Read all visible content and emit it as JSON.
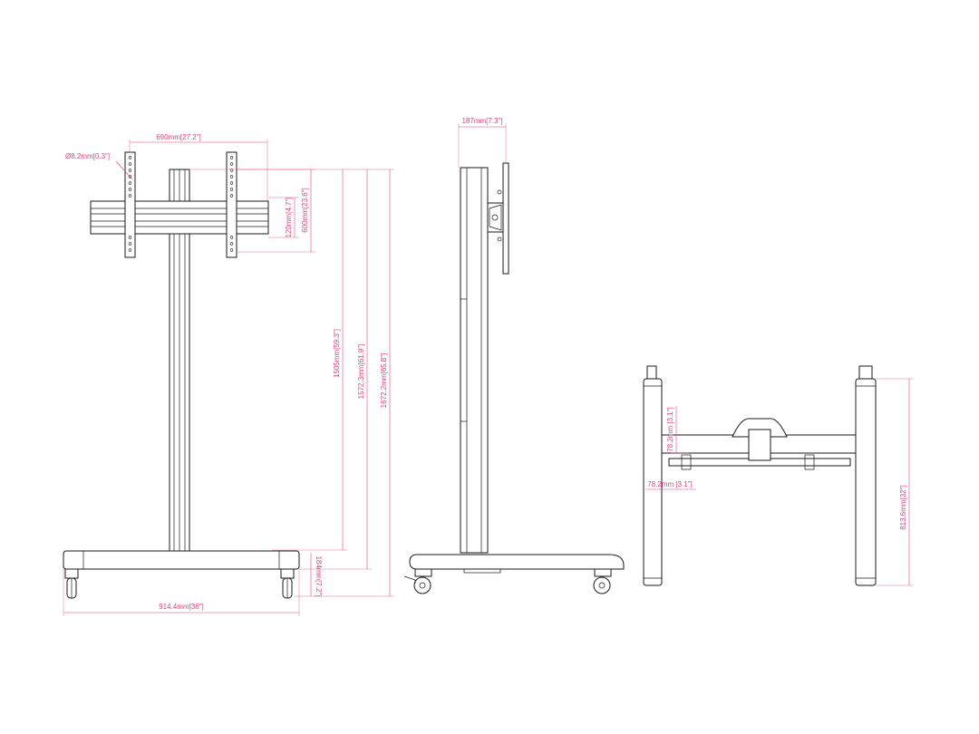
{
  "colors": {
    "dimension": "#e0457b",
    "outline": "#1a1a1a",
    "background": "#ffffff"
  },
  "front_view": {
    "width_top": "690mm[27.2\"]",
    "hole_diameter": "Ø8.2mm[0.3\"]",
    "vesa_height_small": "120mm[4.7\"]",
    "vesa_height_large": "600mm[23.6\"]",
    "height_min": "1505mm[59.3\"]",
    "height_mid": "1572.3mm[61.9\"]",
    "height_max": "1672.2mm[65.8\"]",
    "base_height": "184mm[7.2\"]",
    "base_width": "914.4mm[36\"]"
  },
  "side_view": {
    "depth_top": "187mm[7.3\"]"
  },
  "top_view": {
    "offset_vertical": "78.2mm [3.1\"]",
    "offset_horizontal": "78.2mm [3.1\"]",
    "depth": "813.6mm[32\"]"
  }
}
